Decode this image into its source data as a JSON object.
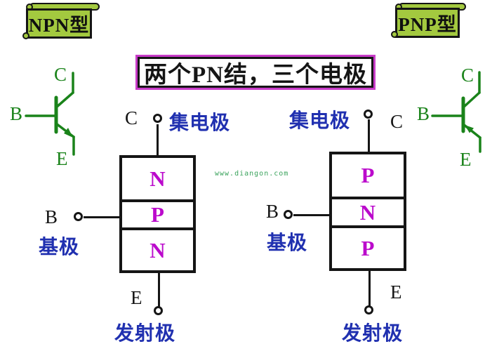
{
  "banners": {
    "npn": {
      "label": "NPN型"
    },
    "pnp": {
      "label": "PNP型"
    }
  },
  "title": "两个PN结，三个电极",
  "watermark": "www.diangon.com",
  "npn_symbol": {
    "c": "C",
    "b": "B",
    "e": "E"
  },
  "pnp_symbol": {
    "c": "C",
    "b": "B",
    "e": "E"
  },
  "npn_block": {
    "pin_c": "C",
    "pin_b": "B",
    "pin_e": "E",
    "label_c": "集电极",
    "label_b": "基极",
    "label_e": "发射极",
    "layers": [
      "N",
      "P",
      "N"
    ]
  },
  "pnp_block": {
    "pin_c": "C",
    "pin_b": "B",
    "pin_e": "E",
    "label_c": "集电极",
    "label_b": "基极",
    "label_e": "发射极",
    "layers": [
      "P",
      "N",
      "P"
    ]
  },
  "colors": {
    "banner_green": "#a3c93f",
    "symbol_green": "#1a831a",
    "label_blue": "#2030b0",
    "layer_magenta": "#bb0acc",
    "title_border": "#c83cc8",
    "watermark_green": "#3aa35c",
    "ink_black": "#151515"
  }
}
